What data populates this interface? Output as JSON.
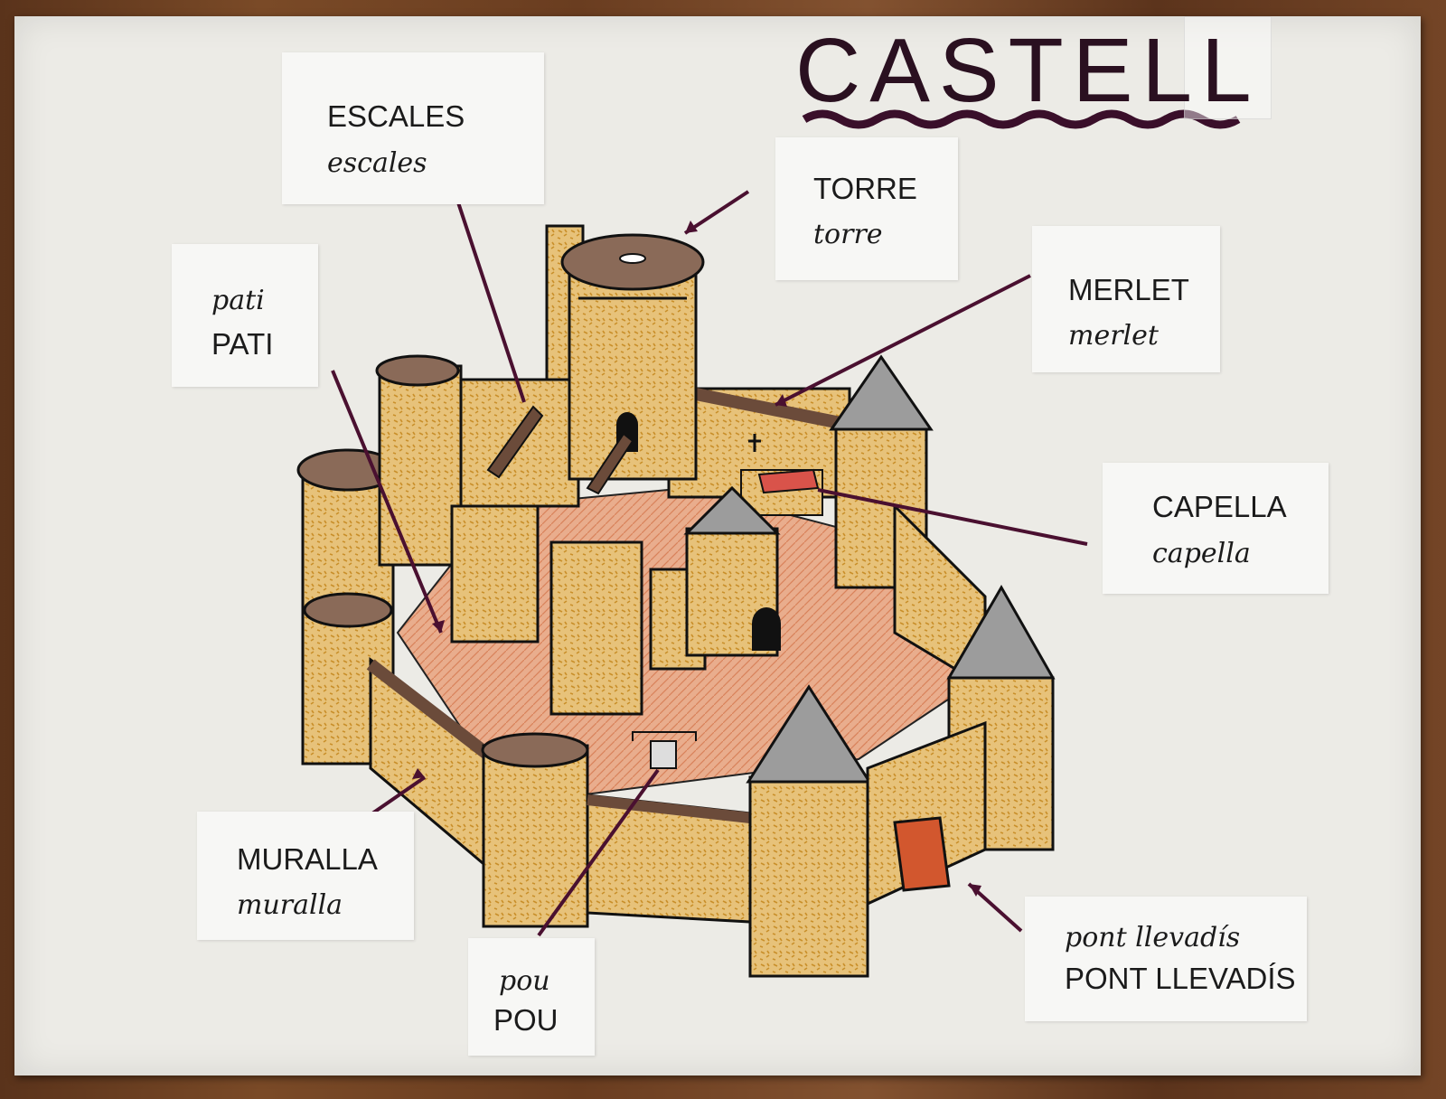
{
  "poster": {
    "title": "CASTELL",
    "title_color": "#2a1020",
    "underline_color": "#3a0f2a",
    "arrow_color": "#4a1030",
    "labels": {
      "escales": {
        "upper": "ESCALES",
        "lower": "escales"
      },
      "torre": {
        "upper": "TORRE",
        "lower": "torre"
      },
      "merlet": {
        "upper": "MERLET",
        "lower": "merlet"
      },
      "pati": {
        "lower": "pati",
        "upper": "PATI"
      },
      "capella": {
        "upper": "CAPELLA",
        "lower": "capella"
      },
      "muralla": {
        "upper": "MURALLA",
        "lower": "muralla"
      },
      "pou": {
        "lower": "pou",
        "upper": "POU"
      },
      "pont": {
        "lower": "pont llevadís",
        "upper": "PONT LLEVADÍS"
      }
    }
  }
}
